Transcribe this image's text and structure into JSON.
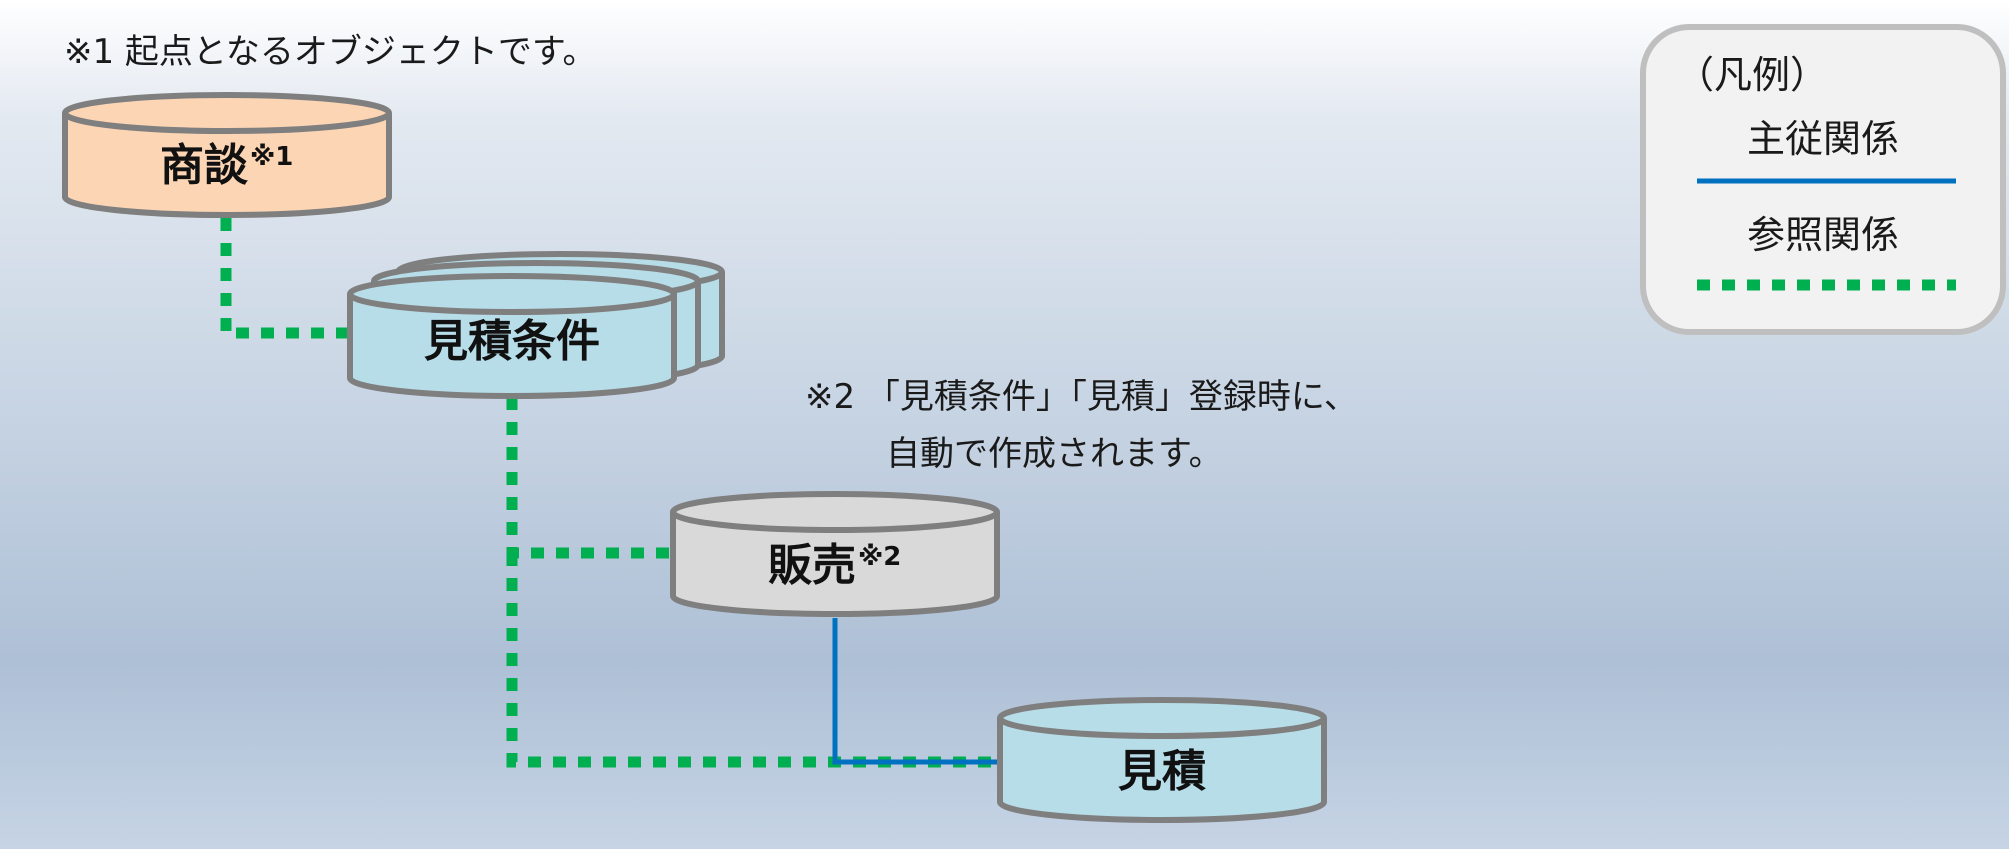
{
  "notes": {
    "note1": "※1 起点となるオブジェクトです。",
    "note2_line1": "※2 「見積条件」「見積」登録時に、",
    "note2_line2": "自動で作成されます。"
  },
  "nodes": {
    "shodan": {
      "label": "商談",
      "mark": "※1",
      "fill": "#fcd5b5"
    },
    "mitsumori_joken": {
      "label": "見積条件",
      "fill": "#b7dde8"
    },
    "hanbai": {
      "label": "販売",
      "mark": "※2",
      "fill": "#d9d9d9"
    },
    "mitsumori": {
      "label": "見積",
      "fill": "#b7dde8"
    }
  },
  "legend": {
    "title": "（凡例）",
    "primary_label": "主従関係",
    "reference_label": "参照関係"
  },
  "colors": {
    "reference_line": "#00b050",
    "primary_line": "#0070c0",
    "stroke": "#7f7f7f"
  }
}
